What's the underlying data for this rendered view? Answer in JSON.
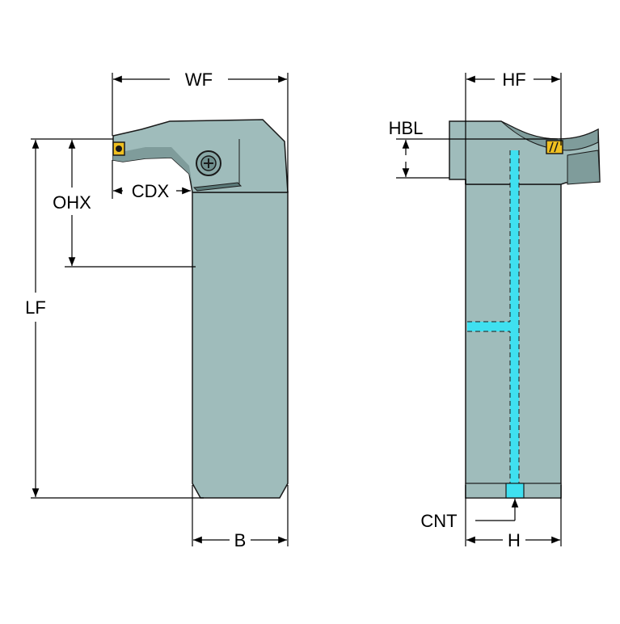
{
  "colors": {
    "body": "#9fbcbb",
    "body_dark": "#7f9c9b",
    "outline": "#1a1a1a",
    "coolant": "#3fe0f0",
    "insert": "#f0c020",
    "dimension": "#000000"
  },
  "labels": {
    "wf": "WF",
    "cdx": "CDX",
    "ohx": "OHX",
    "lf": "LF",
    "b": "B",
    "hf": "HF",
    "hbl": "HBL",
    "cnt": "CNT",
    "h": "H"
  }
}
